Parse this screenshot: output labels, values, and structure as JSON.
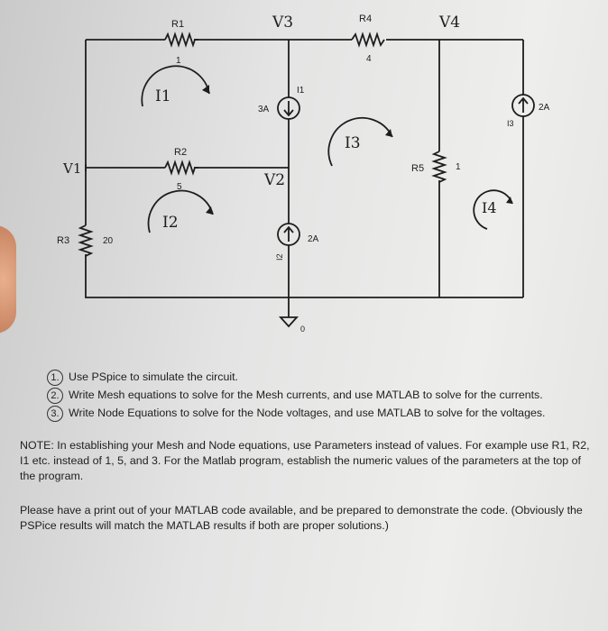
{
  "circuit": {
    "nodes": {
      "v1": "V1",
      "v2": "V2",
      "v3": "V3",
      "v4": "V4",
      "ground": "0"
    },
    "resistors": {
      "r1": {
        "name": "R1",
        "value": "1"
      },
      "r2": {
        "name": "R2",
        "value": "5"
      },
      "r3": {
        "name": "R3",
        "value": "20"
      },
      "r4": {
        "name": "R4",
        "value": "4"
      },
      "r5": {
        "name": "R5",
        "value": "1"
      }
    },
    "sources": {
      "i1": {
        "name": "I1",
        "value": "3A"
      },
      "i2": {
        "name": "I2",
        "value": "2A",
        "ref": "I2"
      },
      "i3": {
        "name": "I3",
        "value": "2A"
      }
    },
    "meshes": {
      "m1": "I1",
      "m2": "I2",
      "m3": "I3",
      "m4": "I4"
    }
  },
  "instructions": {
    "items": [
      {
        "num": "1.",
        "text": "Use PSpice to simulate the circuit."
      },
      {
        "num": "2.",
        "text": "Write Mesh equations to solve for the Mesh currents, and use MATLAB to solve for the currents."
      },
      {
        "num": "3.",
        "text": "Write Node Equations to solve for the Node voltages, and use MATLAB to solve for the voltages."
      }
    ],
    "note": "NOTE:  In establishing your Mesh and Node equations, use Parameters instead of values.  For example use R1, R2, I1 etc. instead of 1, 5, and 3.  For the Matlab program, establish the numeric values of the parameters at the top of the program.",
    "closing": "Please have a print out of your MATLAB code available, and be prepared to demonstrate the code. (Obviously the PSPice results will match the MATLAB results if both are proper solutions.)"
  }
}
